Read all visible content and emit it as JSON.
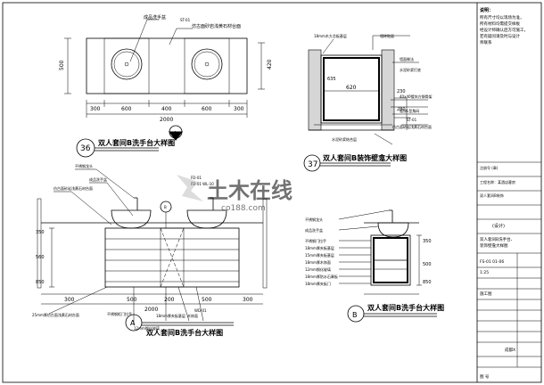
{
  "notes": {
    "title": "说明：",
    "lines": [
      "所有尺寸均以现场为准，",
      "所有材料均需提交样板",
      "经设计师确认后方可施工，",
      "若有疑问请及时与设计",
      "师联系"
    ]
  },
  "drawing36": {
    "number": "36",
    "title": "双人套间B洗手台大样图",
    "callouts": [
      "成品洗手盆",
      "仿古面砂岩浅黄石材台面",
      "ST-01"
    ],
    "dims_bottom": [
      "300",
      "600",
      "400",
      "600",
      "300",
      "2000"
    ],
    "dim_left": "500",
    "dim_right": "420",
    "section_mark": "A"
  },
  "drawing37": {
    "number": "37",
    "title": "双人套间B装饰壁龛大样图",
    "callouts": [
      "18mm木大芯板基层",
      "墙砖贴面",
      "墙面做法",
      "水泥砂浆打底",
      "40x40镀锌方钢骨架",
      "镀锌L型角码",
      "ST-01",
      "仿古面砂岩浅黄石材台面",
      "水泥砂浆结合层"
    ],
    "dims": [
      "620",
      "635",
      "230",
      "280"
    ]
  },
  "drawingA": {
    "mark": "A",
    "title": "双人套间B洗手台大样图",
    "callouts": [
      "不锈钢龙头",
      "成品洗手盆",
      "仿古面砂岩浅黄石材台面",
      "FD-01",
      "FD-01 WL-10",
      "B",
      "25mm厚仿古面浅黄石材台面",
      "不锈钢柜门拉手",
      "12mm钢化玻璃",
      "18mm厚夹板基层",
      "木饰面",
      "WD-01"
    ],
    "dims": [
      "300",
      "500",
      "200",
      "500",
      "300",
      "2000",
      "350",
      "560",
      "850"
    ]
  },
  "drawingB": {
    "mark": "B",
    "title": "双人套间B洗手台大样图",
    "callouts": [
      "不锈钢龙头",
      "成品洗手盆",
      "不锈钢门拉手",
      "18mm厚夹板基层",
      "15mm厚夹板基层",
      "18mm厚木饰面",
      "12mm钢化玻璃",
      "18mm厚防水石膏板",
      "18mm厚夹板门"
    ],
    "dims": [
      "350",
      "500",
      "850"
    ]
  },
  "watermark": {
    "main": "土木在线",
    "sub": "co188.com"
  },
  "titleblock": {
    "rows": [
      "注册号 (章)",
      "工程名称：某酒店客房",
      "双人套间B装饰",
      "",
      "(设计)",
      "双人套间B洗手台、",
      "装饰壁龛大样图",
      "FS-01 01-06",
      "1:25",
      "",
      "施工图",
      "",
      "",
      "",
      "",
      "",
      "成都X",
      "",
      "图 号"
    ]
  }
}
